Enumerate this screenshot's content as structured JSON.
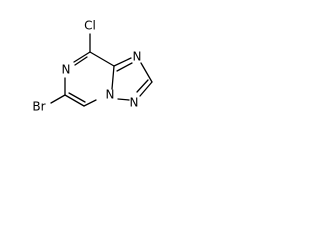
{
  "structure": {
    "atoms": {
      "chlorine": "Cl",
      "pyrazine_n": "N",
      "triazole_n_top": "N",
      "triazole_n_bottom": "N",
      "bridgehead_n": "N",
      "bromine": "Br"
    }
  }
}
